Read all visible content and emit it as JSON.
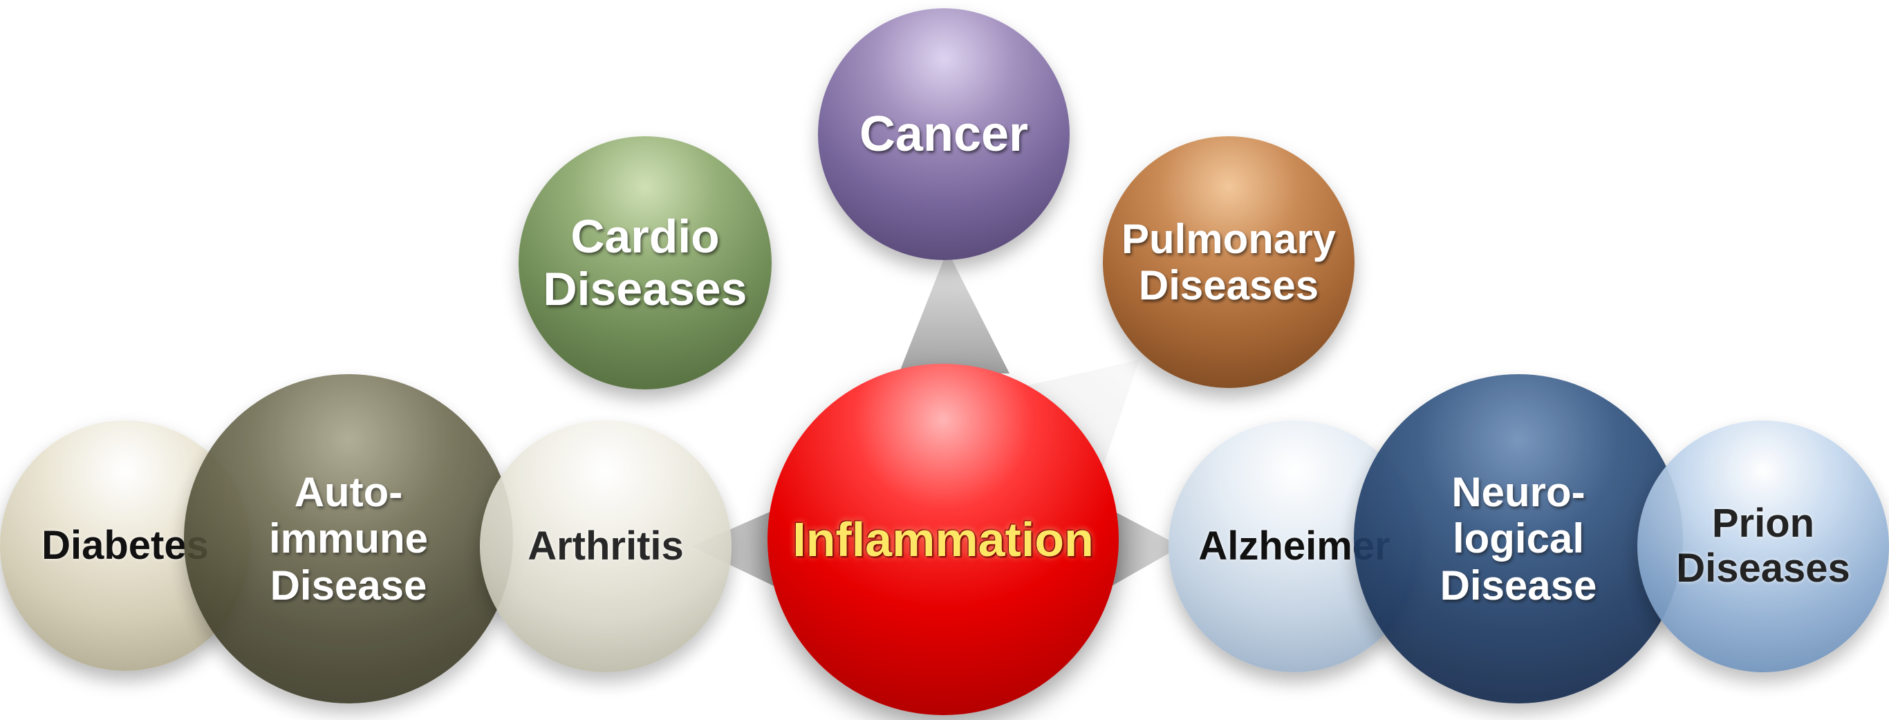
{
  "diagram": {
    "center": {
      "label": "Inflammation"
    },
    "nodes": [
      {
        "id": "cancer",
        "label": "Cancer"
      },
      {
        "id": "cardio",
        "label": "Cardio\nDiseases"
      },
      {
        "id": "pulmonary",
        "label": "Pulmonary\nDiseases"
      },
      {
        "id": "diabetes",
        "label": "Diabetes"
      },
      {
        "id": "autoimmune",
        "label": "Auto-\nimmune\nDisease"
      },
      {
        "id": "arthritis",
        "label": "Arthritis"
      },
      {
        "id": "alzheimer",
        "label": "Alzheimer"
      },
      {
        "id": "neuro",
        "label": "Neuro-\nlogical\nDisease"
      },
      {
        "id": "prion",
        "label": "Prion\nDiseases"
      }
    ]
  },
  "colors": {
    "center": "#e60000",
    "center_text": "#ffe766",
    "cancer": "#76659a",
    "cardio": "#6f8b56",
    "pulmonary": "#a76735",
    "autoimmune": "#4c4a33",
    "neuro": "#1f3b63",
    "connector": "#9a9a9a"
  }
}
